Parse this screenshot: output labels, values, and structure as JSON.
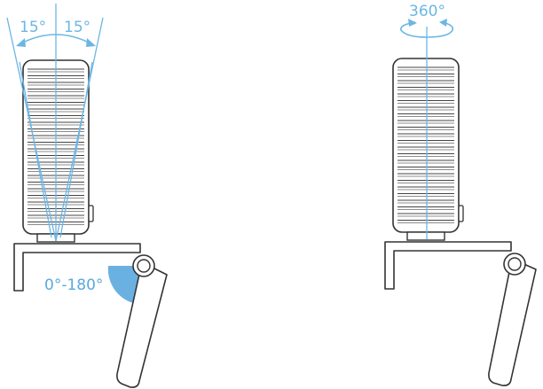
{
  "left_view": {
    "tilt_left_label": "15°",
    "tilt_right_label": "15°",
    "mount_angle_label": "0°-180°"
  },
  "right_view": {
    "rotation_label": "360°"
  },
  "colors": {
    "accent": "#6cb6e4",
    "wedge": "#5aa9df",
    "outline": "#333333",
    "background": "#ffffff"
  }
}
